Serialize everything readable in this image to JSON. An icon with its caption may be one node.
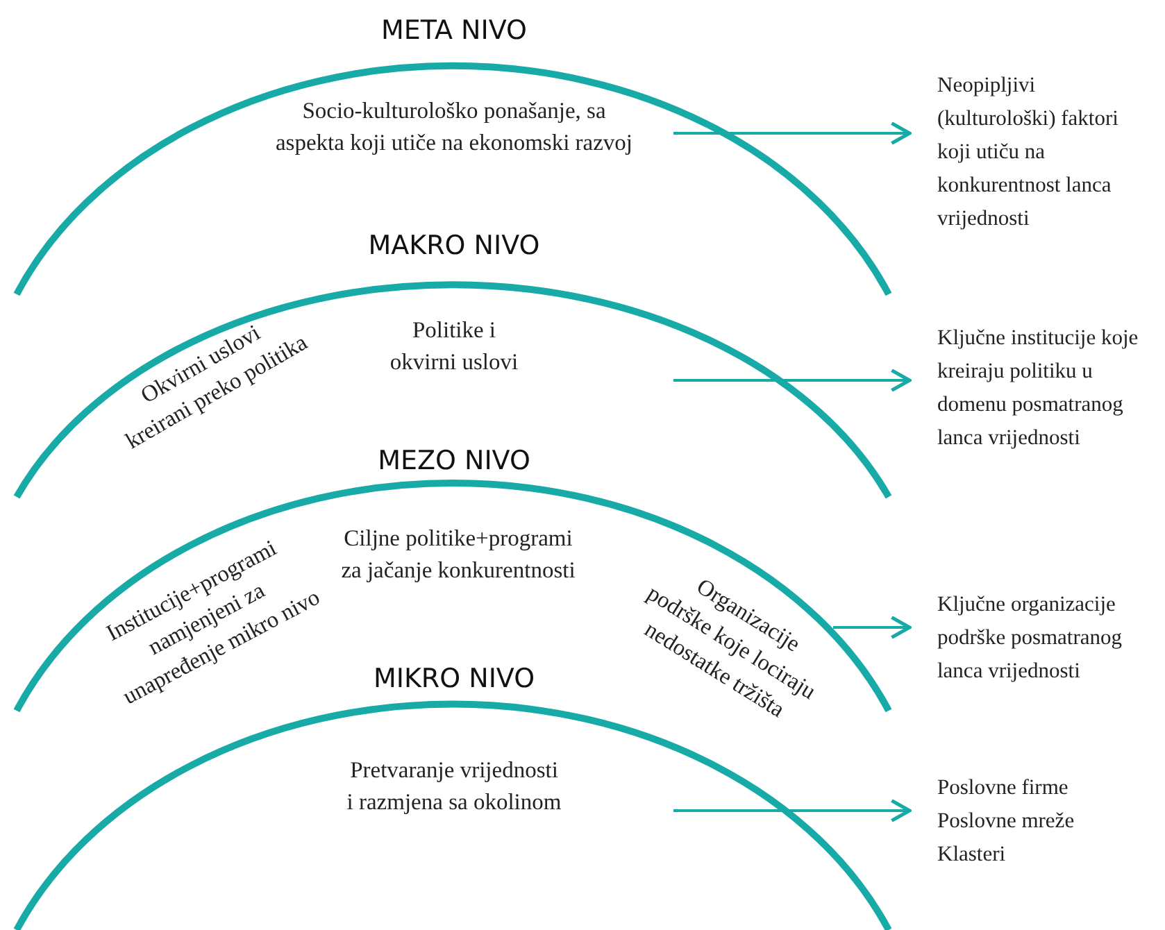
{
  "diagram": {
    "nodes": [
      {
        "text": [
          "META NIVO",
          "Socio-kulturološko ponašanje, sa aspekta koji utiče na ekonomski razvoj"
        ]
      },
      {
        "text": [
          "MAKRO NIVO",
          "Politike i okvirni uslovi"
        ]
      },
      {
        "text": [
          "MEZO NIVO",
          "Ciljne politike+programi za jačanje konkurentnosti"
        ]
      },
      {
        "text": [
          "MIKRO NIVO",
          "Pretvaranje vrijednosti i razmjena sa okolinom"
        ]
      },
      {
        "text": [
          "Neopipljivi (kulturološki) faktori koji utiču na konkurentnost lanca vrijednosti"
        ]
      },
      {
        "text": [
          "Ključne institucije koje kreiraju politiku u domenu posmatranog lanca vrijednosti"
        ]
      },
      {
        "text": [
          "Ključne organizacije podrške posmatranog lanca vrijednosti"
        ]
      },
      {
        "text": [
          "Poslovne firme",
          "Poslovne mreže",
          "Klasteri"
        ]
      }
    ],
    "edges": [
      {
        "from": 0,
        "to": 4,
        "arrow": "to"
      },
      {
        "from": 1,
        "to": 5,
        "arrow": "to"
      },
      {
        "from": 2,
        "to": 6,
        "arrow": "to"
      },
      {
        "from": 3,
        "to": 7,
        "arrow": "to"
      }
    ],
    "labels": [
      "Okvirni uslovi kreirani preko politika",
      "Institucije+programi namjenjeni za unapređenje mikro nivo",
      "Organizacije podrške koje lociraju nedostatke tržišta"
    ]
  }
}
